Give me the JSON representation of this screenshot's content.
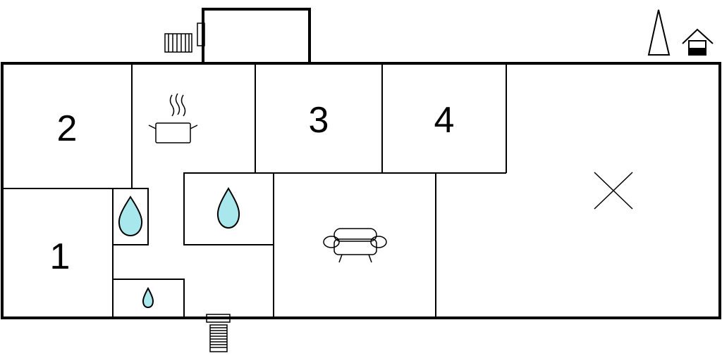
{
  "floorplan": {
    "rooms": [
      {
        "id": "room-1",
        "number": "1"
      },
      {
        "id": "room-2",
        "number": "2"
      },
      {
        "id": "room-3",
        "number": "3"
      },
      {
        "id": "room-4",
        "number": "4"
      }
    ],
    "icons": {
      "kitchen": "cooking-pot-icon",
      "bathroom": "water-drop-icon",
      "living": "sofa-icon",
      "terrace": "cross-mark-icon",
      "entrance": "entrance-steps-icon",
      "radiator": "radiator-icon",
      "tree": "tree-icon",
      "house": "house-icon"
    },
    "colors": {
      "water": "#a8e8ec",
      "wall": "#000000"
    }
  }
}
